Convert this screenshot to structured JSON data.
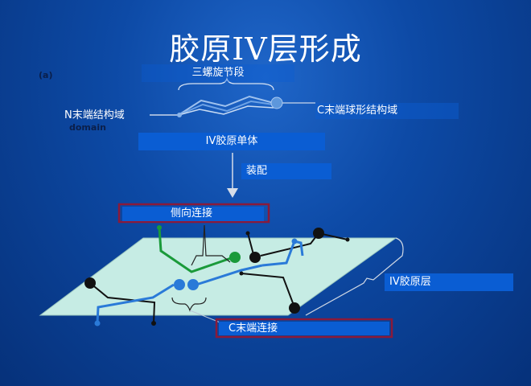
{
  "slide": {
    "title": "胶原IV层形成",
    "panel_label": "(a)",
    "faint_domain": "domain"
  },
  "labels": {
    "triple_helix": "三螺旋节段",
    "n_terminal": "N末端结构域",
    "c_terminal": "C末端球形结构域",
    "monomer": "IV胶原单体",
    "assembly": "装配",
    "lateral": "侧向连接",
    "layer": "IV胶原层",
    "c_link": "C末端连接"
  },
  "colors": {
    "accent_box": "#0a5dd3",
    "highlight_border": "#8a1a3a",
    "sheet": "#c6ece4",
    "green_chain": "#1a9a3a",
    "blue_chain": "#2a7ad8",
    "black_chain": "#111111"
  }
}
